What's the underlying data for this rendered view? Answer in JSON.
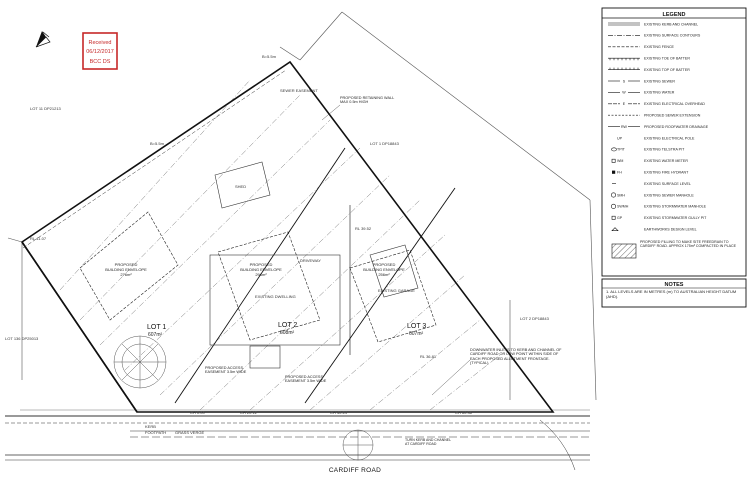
{
  "stamp": {
    "line1": "Received",
    "line2": "06/12/2017",
    "line3": "BCC DS",
    "color": "#c62828"
  },
  "road_name": "CARDIFF ROAD",
  "lots": [
    {
      "id": "lot1",
      "name": "LOT 1",
      "area": "607m²",
      "envelope": "PROPOSED BUILDING ENVELOPE",
      "envelope_area": "276m²"
    },
    {
      "id": "lot2",
      "name": "LOT 2",
      "area": "608m²",
      "envelope": "PROPOSED BUILDING ENVELOPE",
      "envelope_area": "296m²"
    },
    {
      "id": "lot3",
      "name": "LOT 3",
      "area": "607m²",
      "envelope": "PROPOSED BUILDING ENVELOPE",
      "envelope_area": "256m²"
    }
  ],
  "callouts": {
    "retaining_wall": "PROPOSED RETAINING WALL MAX 0.5m HIGH",
    "sewer_easement": "SEWER EASEMENT",
    "access_easement_1": "PROPOSED ACCESS EASEMENT 3.5m WIDE",
    "access_easement_2": "PROPOSED ACCESS EASEMENT 3.5m WIDE",
    "downpipe_note": "DOWNWATER INLETS TO KERB AND CHANNEL OF CARDIFF ROAD OR LOW POINT WITHIN SIDE OF EACH PROPOSED ALLOTMENT FRONTAGE. (TYPICAL)",
    "existing_dwelling": "EXISTING DWELLING",
    "existing_garage": "EXISTING GARAGE",
    "shed": "SHED",
    "driveway": "DRIVEWAY",
    "adj_lot_left": "LOT 11 DP21213",
    "adj_lot_right": "LOT 2 DP18843",
    "adj_lot_top": "LOT 1 DP18843",
    "adj_lot_bottom_left": "LOT 136 DP25013",
    "kerb_label": "KERB",
    "footpath_label": "FOOTPATH",
    "grass_verge": "GRASS VERGE",
    "turn_note": "TURN KERB AND CHANNEL AT CARDIFF ROAD",
    "dimension_1": "B=5.5m",
    "dimension_2": "B=5.5m",
    "level_1": "RL 41.07",
    "level_2": "RL 39.52",
    "level_3": "RL 36.81",
    "chainage_1": "CH 0.00",
    "chainage_2": "CH 20.12",
    "chainage_3": "CH 40.24",
    "chainage_4": "CH 60.36"
  },
  "legend": {
    "title": "LEGEND",
    "items": [
      {
        "label": "EXISTING KERB AND CHANNEL",
        "icon": "double-line"
      },
      {
        "label": "EXISTING SURFACE CONTOURS",
        "icon": "dash-dot-line"
      },
      {
        "label": "EXISTING FENCE",
        "icon": "x-dash-line"
      },
      {
        "label": "EXISTING TOE OF BATTER",
        "icon": "tick-line-down"
      },
      {
        "label": "EXISTING TOP OF BATTER",
        "icon": "tick-line-up"
      },
      {
        "label": "EXISTING SEWER",
        "icon": "s-line"
      },
      {
        "label": "EXISTING WATER",
        "icon": "w-line"
      },
      {
        "label": "EXISTING ELECTRICAL OVERHEAD",
        "icon": "e-line"
      },
      {
        "label": "PROPOSED SEWER EXTENSION",
        "icon": "dashed-line"
      },
      {
        "label": "PROPOSED ROOFWATER DRAINAGE",
        "icon": "rw-line"
      },
      {
        "label": "EXISTING ELECTRICAL POLE",
        "icon": "pole-symbol"
      },
      {
        "label": "EXISTING TELSTRA PIT",
        "icon": "telstra-symbol"
      },
      {
        "label": "EXISTING WATER METER",
        "icon": "meter-symbol"
      },
      {
        "label": "EXISTING FIRE HYDRANT",
        "icon": "hydrant-symbol"
      },
      {
        "label": "EXISTING SURFACE LEVEL",
        "icon": "level-symbol"
      },
      {
        "label": "EXISTING SEWER MANHOLE",
        "icon": "manhole-symbol"
      },
      {
        "label": "EXISTING STORMWATER MANHOLE",
        "icon": "sw-manhole-symbol"
      },
      {
        "label": "EXISTING STORMWATER GULLY PIT",
        "icon": "gully-symbol"
      },
      {
        "label": "EARTHWORKS DESIGN LEVEL",
        "icon": "design-level-symbol"
      }
    ],
    "filling_label": "PROPOSED FILLING TO MAKE SITE FREEDRAIN TO CARDIFF ROAD. APPROX 175m³ COMPACTED IN PLACE",
    "codes": {
      "pole": "UP",
      "telstra": "TPIT",
      "meter": "WM",
      "hydrant": "FH",
      "sewer_mh": "SMH",
      "sw_mh": "SWMH",
      "gully": "GP",
      "sewer": "S",
      "water": "W",
      "electric": "E",
      "roofwater": "RW"
    }
  },
  "notes": {
    "title": "NOTES",
    "text": "1. ALL LEVELS ARE IN METRES (m) TO AUSTRALIAN HEIGHT DATUM (AHD)."
  }
}
